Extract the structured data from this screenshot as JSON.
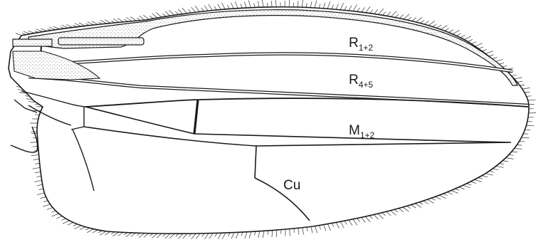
{
  "figure": {
    "labels": {
      "r12": {
        "main": "R",
        "sub": "1+2"
      },
      "r45": {
        "main": "R",
        "sub": "4+5"
      },
      "m12": {
        "main": "M",
        "sub": "1+2"
      },
      "cu": {
        "main": "Cu"
      }
    },
    "colors": {
      "ink": "#1a1a1a",
      "stipple": "#555555",
      "background": "#ffffff"
    }
  }
}
